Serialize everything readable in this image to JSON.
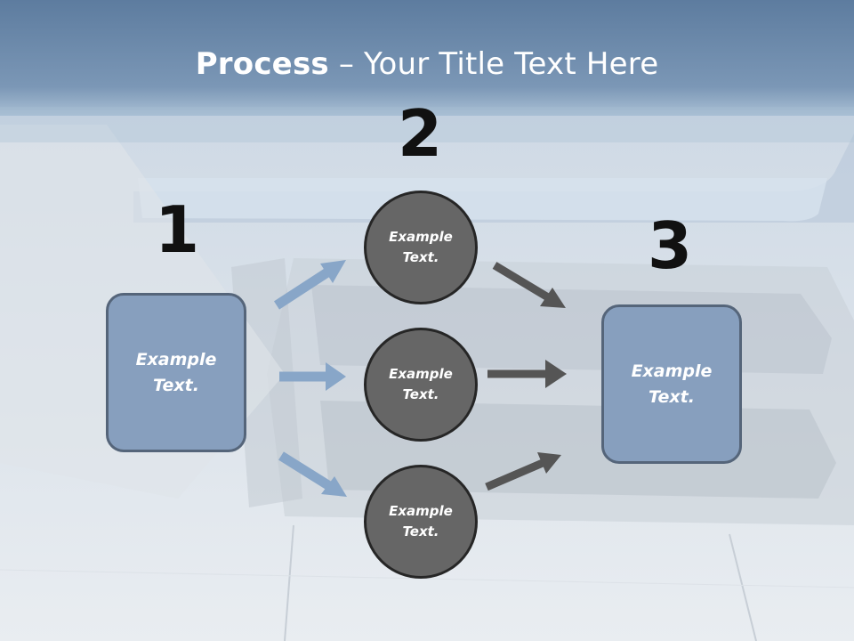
{
  "title": {
    "bold": "Process",
    "rest": " – Your Title Text Here"
  },
  "numbers": {
    "n1": "1",
    "n2": "2",
    "n3": "3"
  },
  "input_box": {
    "label": "Example\nText."
  },
  "circles": [
    {
      "label": "Example\nText."
    },
    {
      "label": "Example\nText."
    },
    {
      "label": "Example\nText."
    }
  ],
  "output_box": {
    "label": "Example\nText."
  },
  "colors": {
    "header_band": "#7b97b6",
    "box_fill": "#879fbe",
    "box_border": "#55657a",
    "circle_fill": "#666666",
    "circle_border": "#262626",
    "arrow_blue": "#88a6c8",
    "arrow_gray": "#555555"
  }
}
